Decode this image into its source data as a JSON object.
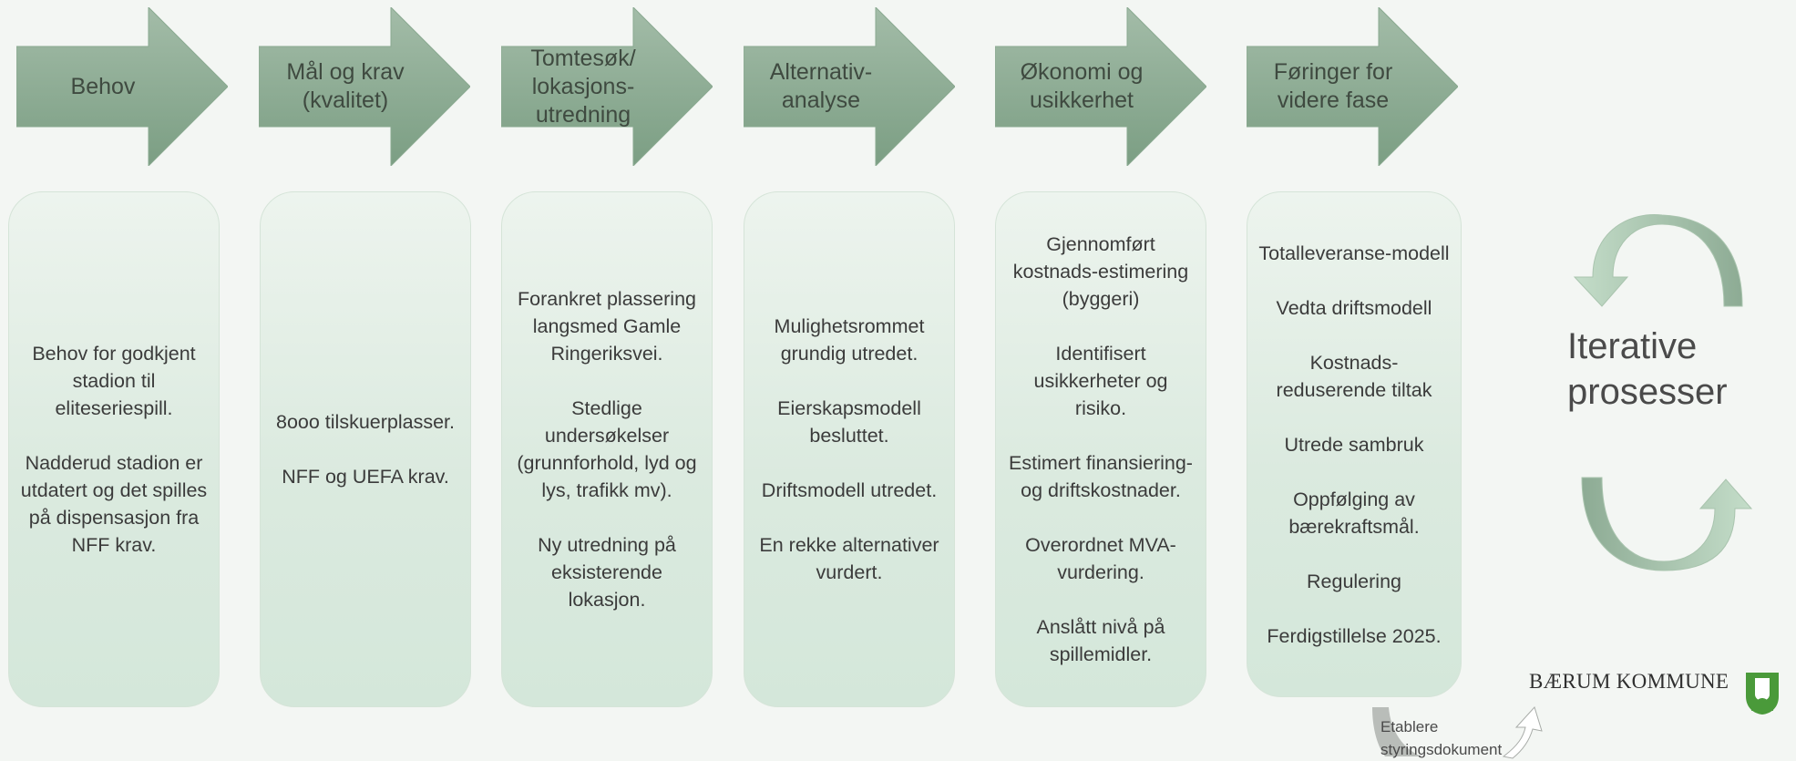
{
  "stages": [
    {
      "label": "Behov",
      "items": [
        "Behov for godkjent stadion til eliteseriespill.",
        "Nadderud stadion er utdatert og det spilles på dispensasjon fra NFF krav."
      ]
    },
    {
      "label": "Mål og krav (kvalitet)",
      "items": [
        "8ooo tilskuerplasser.",
        "NFF og UEFA krav."
      ]
    },
    {
      "label": "Tomtesøk/ lokasjons-utredning",
      "items": [
        "Forankret plassering langsmed Gamle Ringeriksvei.",
        "Stedlige undersøkelser (grunnforhold, lyd og lys, trafikk mv).",
        "Ny utredning på eksisterende lokasjon."
      ]
    },
    {
      "label": "Alternativ-analyse",
      "items": [
        "Mulighetsrommet grundig utredet.",
        "Eierskapsmodell besluttet.",
        "Driftsmodell utredet.",
        "En rekke alternativer vurdert."
      ]
    },
    {
      "label": "Økonomi og usikkerhet",
      "items": [
        "Gjennomført kostnads-estimering (byggeri)",
        "Identifisert usikkerheter og risiko.",
        "Estimert finansiering- og driftskostnader.",
        "Overordnet MVA-vurdering.",
        "Anslått nivå på spillemidler."
      ]
    },
    {
      "label": "Føringer for videre fase",
      "items": [
        "Totalleveranse-modell",
        "Vedta driftsmodell",
        "Kostnads-reduserende tiltak",
        "Utrede sambruk",
        "Oppfølging av bærekraftsmål.",
        "Regulering",
        "Ferdigstillelse 2025."
      ]
    }
  ],
  "cycle_label": "Iterative prosesser",
  "footnote": "Etablere styringsdokument",
  "logo_text": "BÆRUM KOMMUNE",
  "colors": {
    "arrow_top": "#9fb9a4",
    "arrow_bottom": "#7a9d82",
    "cycle_light": "#bcd9c2",
    "cycle_dark": "#8fae96",
    "logo_green": "#4a9a3a"
  }
}
